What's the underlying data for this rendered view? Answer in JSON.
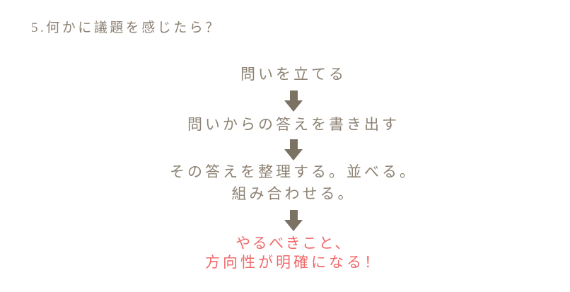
{
  "colors": {
    "background": "#ffffff",
    "text": "#8d8274",
    "arrow": "#7c7264",
    "accent": "#f06a6a"
  },
  "title": {
    "text": "5.何かに議題を感じたら？"
  },
  "flow": {
    "steps": [
      {
        "lines": [
          "問いを立てる"
        ]
      },
      {
        "lines": [
          "問いからの答えを書き出す"
        ]
      },
      {
        "lines": [
          "その答えを整理する。並べる。",
          "組み合わせる。"
        ]
      }
    ],
    "conclusion": {
      "lines": [
        "やるべきこと、",
        "方向性が明確になる！"
      ]
    }
  }
}
